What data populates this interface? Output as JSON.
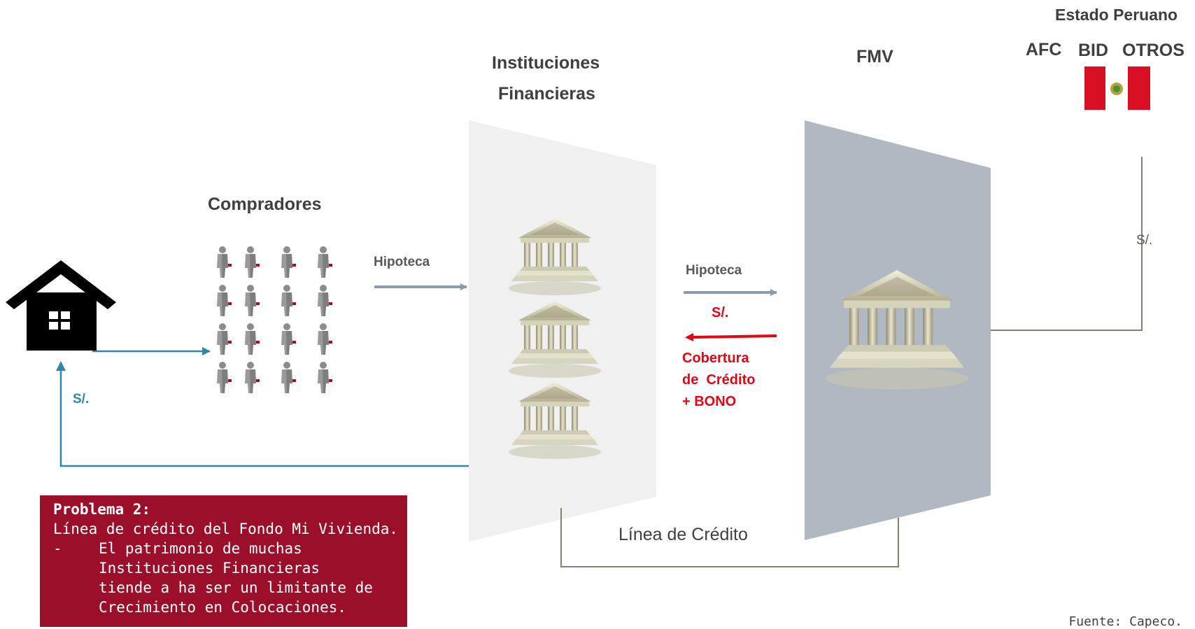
{
  "state": {
    "title": "Estado Peruano",
    "sources": [
      "AFC",
      "BID",
      "OTROS"
    ]
  },
  "institutions_title": [
    "Instituciones",
    "Financieras"
  ],
  "fmv_title": "FMV",
  "buyers_title": "Compradores",
  "flows": {
    "hipoteca_1": "Hipoteca",
    "hipoteca_2": "Hipoteca",
    "soles_red": "S/.",
    "coverage": [
      "Cobertura",
      "de  Crédito",
      "+ BONO"
    ],
    "soles_blue": "S/.",
    "soles_state": "S/.",
    "credit_line": "Línea de Crédito"
  },
  "problem": {
    "title": "Problema  2:",
    "subtitle": "Línea de crédito del Fondo Mi Vivienda.",
    "bullet_marker": "-",
    "bullet_text": "El patrimonio de muchas Instituciones Financieras tiende a ha ser un limitante de Crecimiento en Colocaciones."
  },
  "source_note": "Fuente: Capeco.",
  "colors": {
    "problem_bg": "#9b0f2b",
    "flow_red": "#e30613",
    "flow_blue": "#2e86ab",
    "flow_grey": "#8a9bab",
    "connector_brown": "#8c7b70",
    "panel_light": "#f0f0f0",
    "panel_fmv": "#b0b8c1",
    "flag_red": "#d91023"
  },
  "icons": [
    "house-icon",
    "people-icon",
    "bank-icon",
    "peru-flag-icon"
  ]
}
